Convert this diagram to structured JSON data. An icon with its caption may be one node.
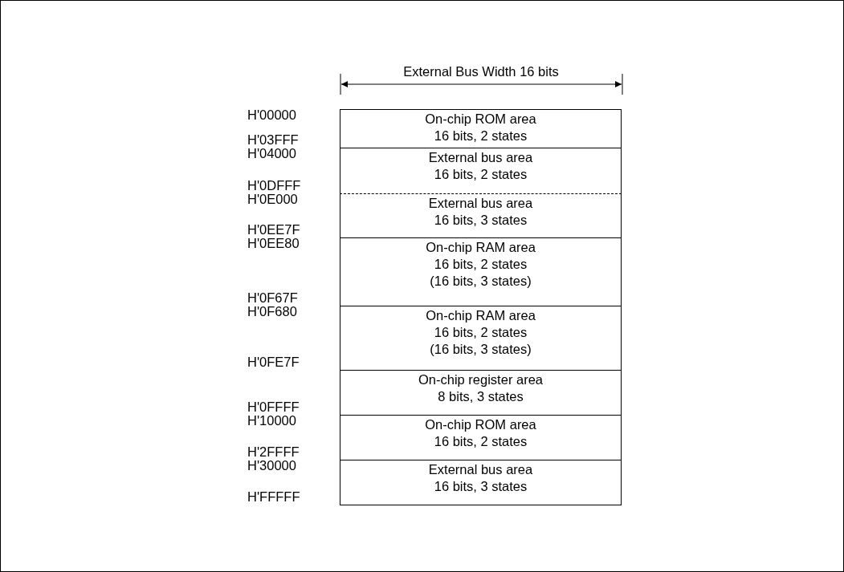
{
  "diagram": {
    "nodes": [
      {
        "text": [
          "On-chip ROM area",
          "16 bits, 2 states"
        ],
        "beside": [
          "H'00000",
          "H'03FFF"
        ]
      },
      {
        "text": [
          "External bus area",
          "16 bits, 2 states"
        ],
        "beside": [
          "H'04000",
          "H'0DFFF"
        ]
      },
      {
        "text": [
          "External bus area",
          "16 bits, 3 states"
        ],
        "beside": [
          "H'0E000",
          "H'0EE7F"
        ]
      },
      {
        "text": [
          "On-chip RAM area",
          "16 bits, 2 states",
          "(16 bits, 3 states)"
        ],
        "beside": [
          "H'0EE80",
          "H'0F67F"
        ]
      },
      {
        "text": [
          "On-chip RAM area",
          "16 bits, 2 states",
          "(16 bits, 3 states)"
        ],
        "beside": [
          "H'0F680",
          "H'0FE7F"
        ]
      },
      {
        "text": [
          "On-chip register area",
          "8 bits, 3 states"
        ],
        "beside": [
          "H'0FFFF"
        ]
      },
      {
        "text": [
          "On-chip ROM area",
          "16 bits, 2 states"
        ],
        "beside": [
          "H'10000",
          "H'2FFFF"
        ]
      },
      {
        "text": [
          "External bus area",
          "16 bits, 3 states"
        ],
        "beside": [
          "H'30000",
          "H'FFFFF"
        ]
      }
    ],
    "labels": [
      "External Bus Width 16 bits"
    ]
  }
}
